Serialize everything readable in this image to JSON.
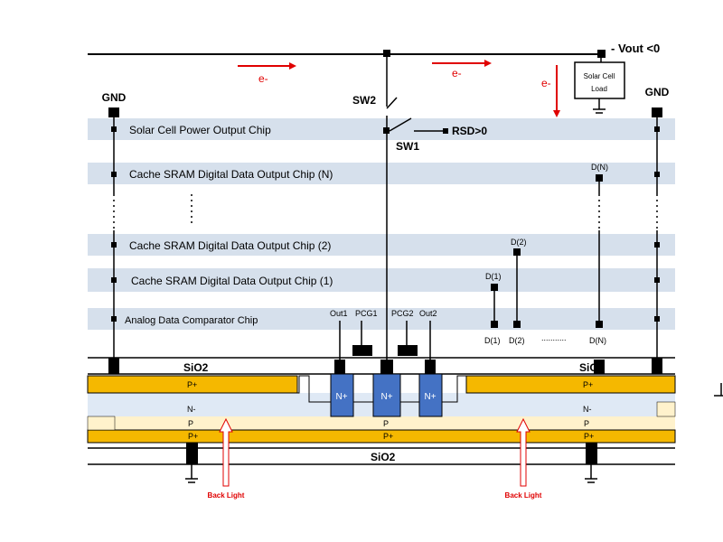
{
  "labels": {
    "vout": "- Vout <0",
    "solar_load_1": "Solar Cell",
    "solar_load_2": "Load",
    "gnd_left": "GND",
    "gnd_right": "GND",
    "sw2": "SW2",
    "sw1": "SW1",
    "rsd": "RSD>0",
    "electron_1": "e-",
    "electron_2": "e-",
    "electron_3": "e-",
    "chip_power": "Solar Cell Power Output Chip",
    "chip_n": "Cache SRAM Digital Data Output Chip (N)",
    "chip_2": "Cache SRAM Digital Data Output Chip (2)",
    "chip_1": "Cache SRAM Digital Data Output Chip (1)",
    "chip_analog": "Analog Data Comparator Chip",
    "dn_top": "D(N)",
    "d2_top": "D(2)",
    "d1_top": "D(1)",
    "d1_bottom": "D(1)",
    "d2_bottom": "D(2)",
    "dots": "...........",
    "dn_bottom": "D(N)",
    "out1": "Out1",
    "pcg1": "PCG1",
    "pcg2": "PCG2",
    "out2": "Out2",
    "sio2_top_left": "SiO2",
    "sio2_top_right": "SiO2",
    "sio2_bottom": "SiO2",
    "p_plus_left": "P+",
    "p_plus_right": "P+",
    "n_plus_1": "N+",
    "n_plus_2": "N+",
    "n_plus_3": "N+",
    "n_minus_left": "N-",
    "n_minus_right": "N-",
    "p_left": "P",
    "p_center": "P",
    "p_right": "P",
    "p_plus_bottom_left": "P+",
    "p_plus_bottom_center": "P+",
    "p_plus_bottom_right": "P+",
    "back_light_left": "Back Light",
    "back_light_right": "Back Light"
  },
  "colors": {
    "chip_band": "#d6e0ec",
    "gold": "#f5b800",
    "pale_yellow": "#fff2cc",
    "light_blue": "#dfe9f5",
    "n_plus_fill": "#4472c4",
    "arrow_red": "#e00000",
    "back_light_text": "#e00000",
    "wire": "#000000"
  }
}
